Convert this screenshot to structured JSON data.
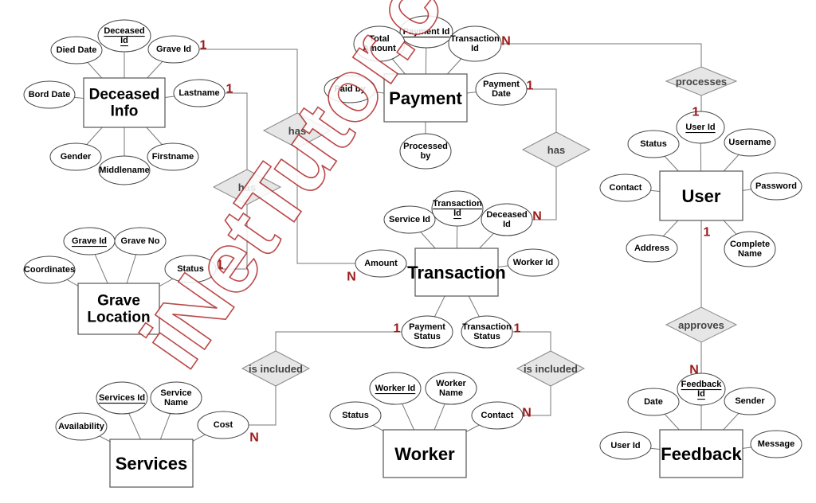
{
  "watermark": "iNetTutor.com",
  "entities": {
    "deceased_info": [
      "Deceased",
      "Info"
    ],
    "grave_location": [
      "Grave",
      "Location"
    ],
    "payment": [
      "Payment"
    ],
    "transaction": [
      "Transaction"
    ],
    "user": [
      "User"
    ],
    "services": [
      "Services"
    ],
    "worker": [
      "Worker"
    ],
    "feedback": [
      "Feedback"
    ]
  },
  "attributes": {
    "deceased_id": [
      "Deceased",
      "Id"
    ],
    "died_date": [
      "Died Date"
    ],
    "grave_id_di": [
      "Grave Id"
    ],
    "bord_date": [
      "Bord Date"
    ],
    "lastname": [
      "Lastname"
    ],
    "gender": [
      "Gender"
    ],
    "middlename": [
      "Middlename"
    ],
    "firstname": [
      "Firstname"
    ],
    "gl_grave_id": [
      "Grave Id"
    ],
    "grave_no": [
      "Grave No"
    ],
    "coordinates": [
      "Coordinates"
    ],
    "gl_status": [
      "Status"
    ],
    "payment_id": [
      "Payment Id"
    ],
    "total_amount": [
      "Total",
      "Amount"
    ],
    "p_transaction_id": [
      "Transaction",
      "Id"
    ],
    "paid_by": [
      "Paid by"
    ],
    "payment_date": [
      "Payment",
      "Date"
    ],
    "processed_by": [
      "Processed",
      "by"
    ],
    "t_transaction_id": [
      "Transaction",
      "Id"
    ],
    "service_id": [
      "Service Id"
    ],
    "t_deceased_id": [
      "Deceased",
      "Id"
    ],
    "amount": [
      "Amount"
    ],
    "t_worker_id": [
      "Worker Id"
    ],
    "payment_status": [
      "Payment",
      "Status"
    ],
    "transaction_status": [
      "Transaction",
      "Status"
    ],
    "user_id": [
      "User Id"
    ],
    "u_status": [
      "Status"
    ],
    "username": [
      "Username"
    ],
    "u_contact": [
      "Contact"
    ],
    "password": [
      "Password"
    ],
    "address": [
      "Address"
    ],
    "complete_name": [
      "Complete",
      "Name"
    ],
    "services_id": [
      "Services Id"
    ],
    "service_name": [
      "Service",
      "Name"
    ],
    "availability": [
      "Availability"
    ],
    "cost": [
      "Cost"
    ],
    "w_worker_id": [
      "Worker Id"
    ],
    "worker_name": [
      "Worker",
      "Name"
    ],
    "w_status": [
      "Status"
    ],
    "w_contact": [
      "Contact"
    ],
    "feedback_id": [
      "Feedback",
      "Id"
    ],
    "date": [
      "Date"
    ],
    "sender": [
      "Sender"
    ],
    "f_user_id": [
      "User Id"
    ],
    "message": [
      "Message"
    ]
  },
  "relationships": {
    "has_deceased_payment": "has",
    "has_deceased_grave": "has",
    "has_payment_transaction": "has",
    "processes": "processes",
    "approves": "approves",
    "is_included_services": "is included",
    "is_included_worker": "is included"
  },
  "cardinalities": {
    "c_graveid": "1",
    "c_lastname": "1",
    "c_gl_status": "1",
    "c_amount": "N",
    "c_payment_date": "1",
    "c_t_deceased_id": "N",
    "c_transaction_id": "N",
    "c_user_processes": "1",
    "c_user_approves": "1",
    "c_feedback": "N",
    "c_payment_status": "1",
    "c_transaction_status": "1",
    "c_cost": "N",
    "c_w_contact": "N"
  },
  "primary_keys": [
    "deceased_id",
    "gl_grave_id",
    "payment_id",
    "t_transaction_id",
    "user_id",
    "services_id",
    "w_worker_id",
    "feedback_id"
  ]
}
